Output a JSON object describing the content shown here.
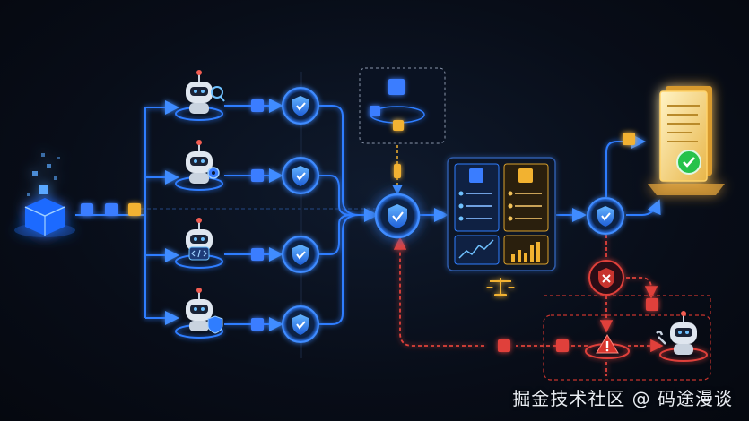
{
  "watermark": "掘金技术社区 @ 码途漫谈",
  "colors": {
    "background": "#080d18",
    "flow_blue": "#2f7dff",
    "glow_blue": "#4aa3ff",
    "gold": "#f2b230",
    "error_red": "#e0413a",
    "success_green": "#27c24c"
  },
  "nodes": {
    "source": "database-stack-icon",
    "agents": [
      "robot-search-icon",
      "robot-settings-icon",
      "robot-code-icon",
      "robot-shield-icon"
    ],
    "validators": [
      "shield-check-icon",
      "shield-check-icon",
      "shield-check-icon",
      "shield-check-icon"
    ],
    "aggregator": "shield-check-icon",
    "knowledge": "stacked-cubes-icon",
    "comparison_panel": [
      "blue-list-panel",
      "gold-list-panel",
      "line-chart-icon",
      "bar-chart-icon",
      "balance-scale-icon"
    ],
    "final_gate": "shield-check-icon",
    "reject_gate": "shield-x-icon",
    "alert": "warning-triangle-icon",
    "fixer": "robot-wrench-icon",
    "output": "approved-document-icon"
  }
}
